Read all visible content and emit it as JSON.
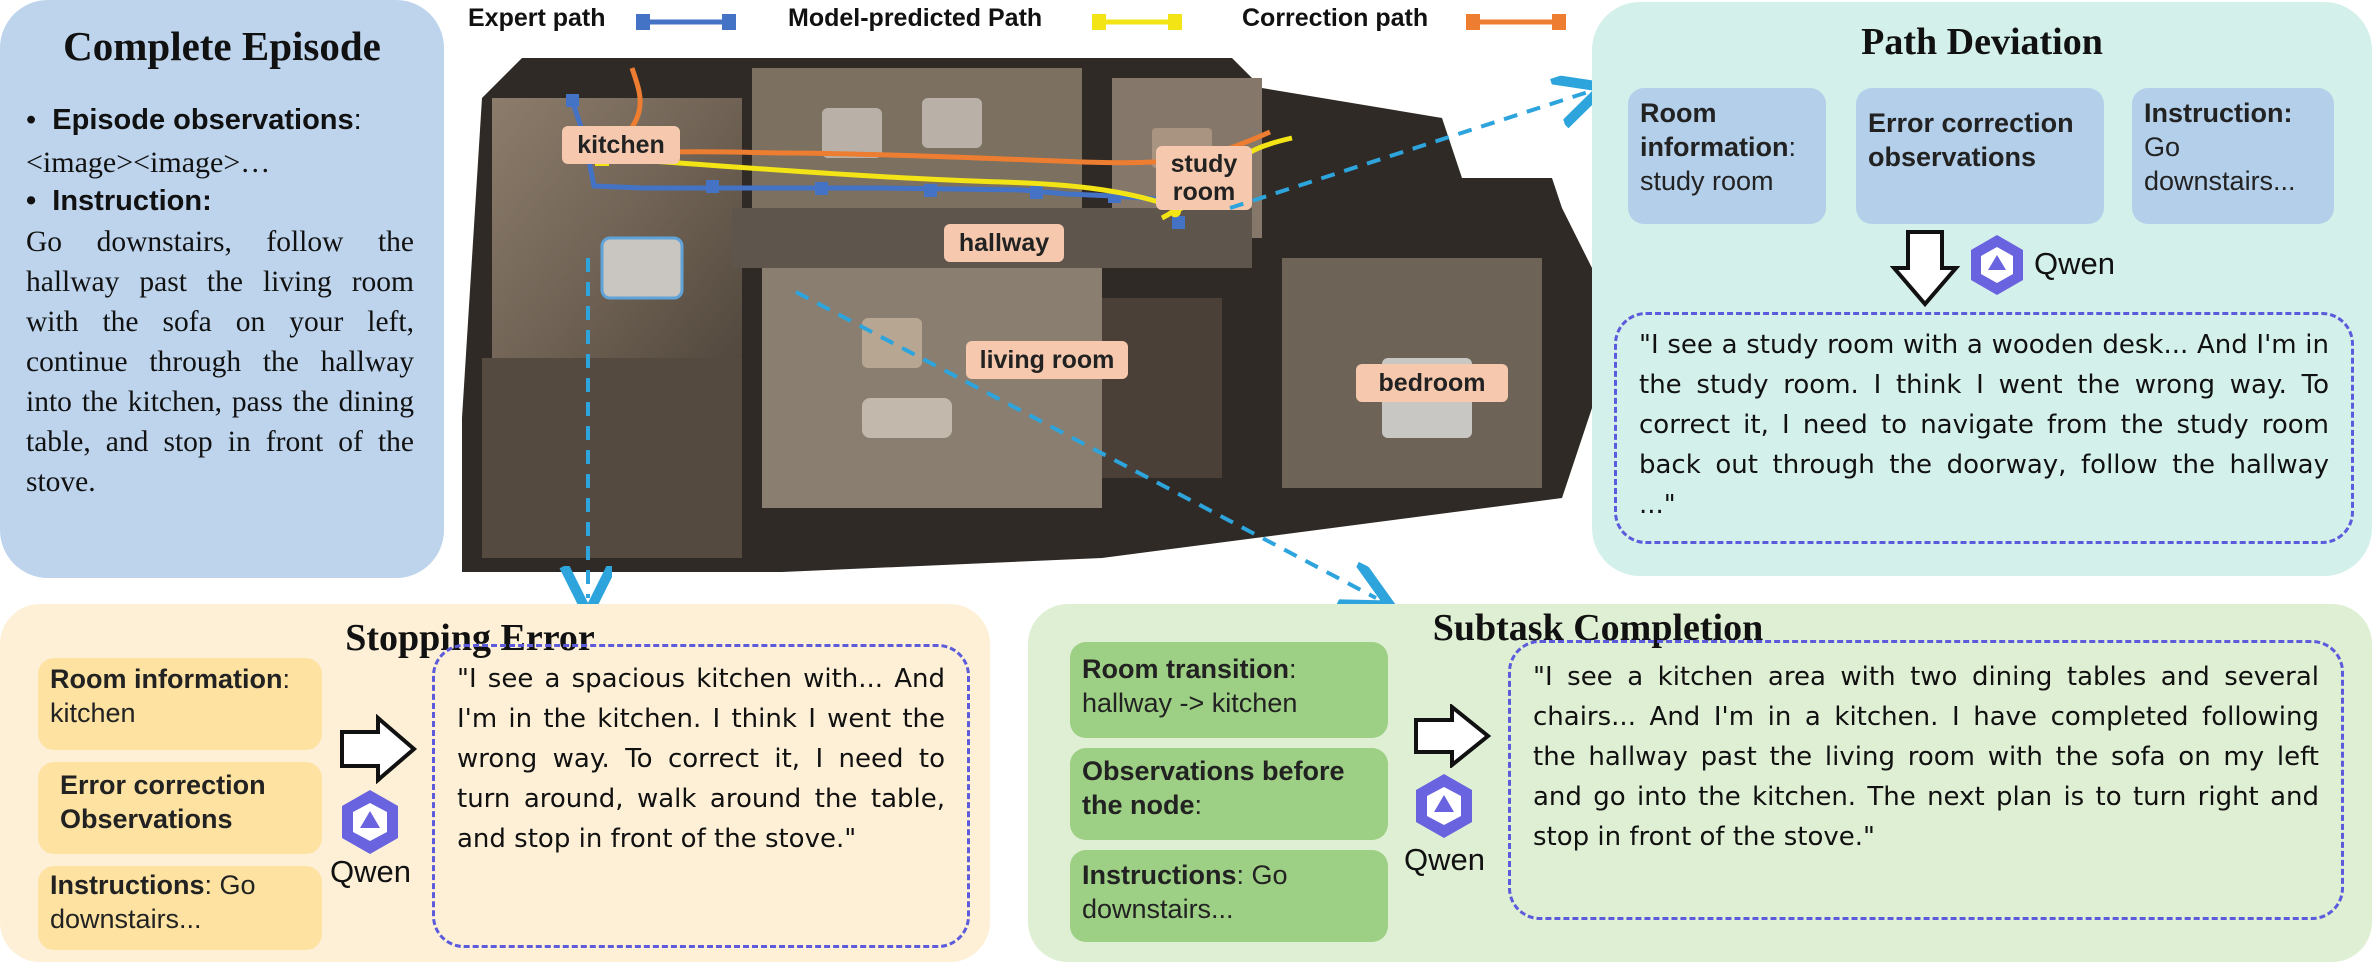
{
  "episode": {
    "title": "Complete Episode",
    "obs_label": "Episode observations",
    "obs_colon": ":",
    "obs_value": "<image><image>…",
    "instr_label": "Instruction:",
    "instr_text": "Go downstairs, follow the hallway past the living room with the sofa on your left, continue through the hallway into the kitchen, pass the dining table, and stop in front of the stove."
  },
  "legend": {
    "expert": "Expert path",
    "model": "Model-predicted Path",
    "correction": "Correction path"
  },
  "map": {
    "rooms": {
      "kitchen": "kitchen",
      "study_room": "study room",
      "hallway": "hallway",
      "living_room": "living room",
      "bedroom": "bedroom"
    }
  },
  "colors": {
    "expert": "#4472c4",
    "model": "#f2e415",
    "correction": "#ed7d31",
    "arrow": "#2ea4dd",
    "dash": "#5b5bdc"
  },
  "deviation": {
    "title": "Path Deviation",
    "chip1_label": "Room information",
    "chip1_colon": ":",
    "chip1_value": "study room",
    "chip2_label": "Error correction observations",
    "chip3_label": "Instruction:",
    "chip3_value": "Go downstairs...",
    "model_name": "Qwen",
    "quote": "\"I see a study room with a wooden desk... And I'm in the study room. I think I went the wrong way. To correct it, I need to navigate from the study room back out through the doorway, follow the hallway ...\""
  },
  "stopping": {
    "title": "Stopping Error",
    "chip1_label": "Room information",
    "chip1_colon": ":",
    "chip1_value": "kitchen",
    "chip2_label": "Error correction Observations",
    "chip3_label": "Instructions",
    "chip3_value": ": Go downstairs...",
    "model_name": "Qwen",
    "quote": "\"I see a spacious kitchen with... And I'm in the kitchen. I think I went the wrong way. To correct it, I need to turn around, walk around the table, and stop in front of the stove.\""
  },
  "subtask": {
    "title": "Subtask Completion",
    "chip1_label": "Room transition",
    "chip1_colon": ":",
    "chip1_value": "hallway -> kitchen",
    "chip2_label": "Observations before the node",
    "chip2_colon": ":",
    "chip3_label": "Instructions",
    "chip3_value": ": Go downstairs...",
    "model_name": "Qwen",
    "quote": "\"I see a kitchen area with two dining tables and several chairs... And I'm in a kitchen. I have completed following the hallway past the living room with the sofa on my left and go into the kitchen. The next plan is to turn right and stop in front of the stove.\""
  }
}
